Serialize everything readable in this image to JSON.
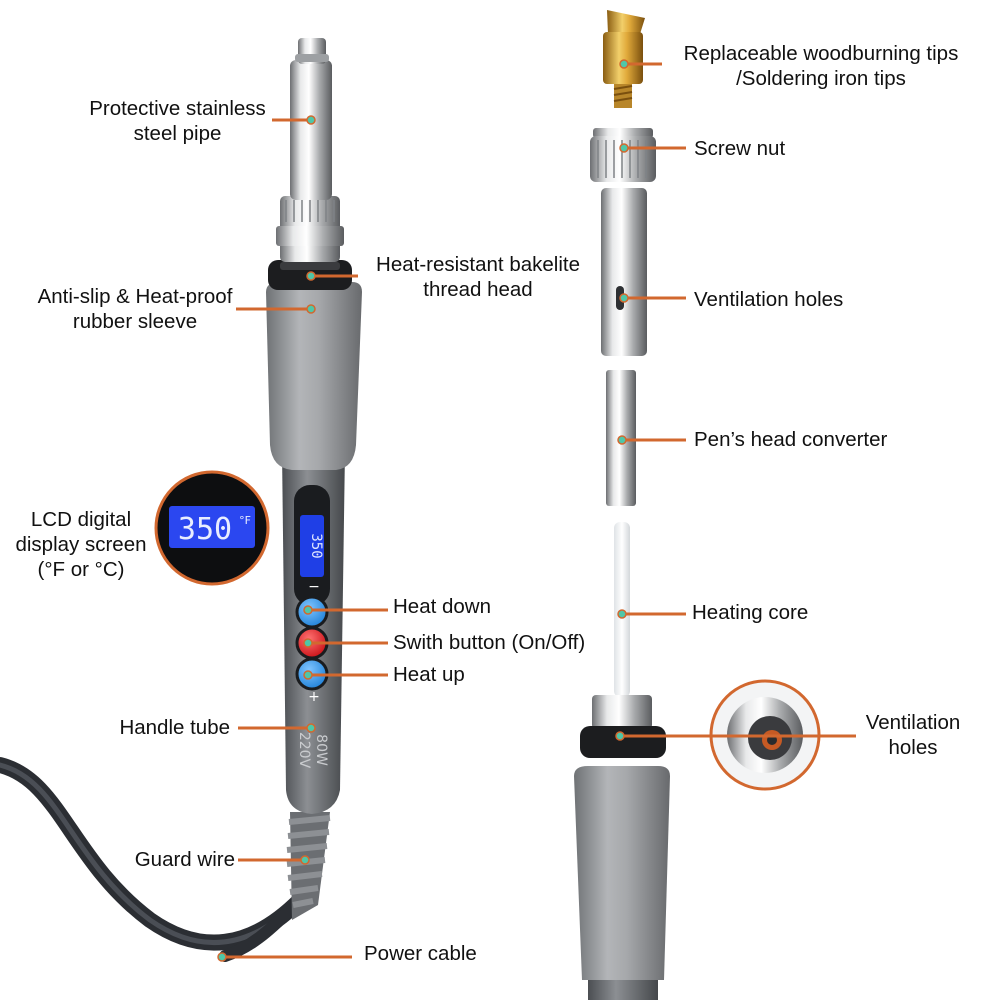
{
  "labels": {
    "protective_pipe": {
      "line1": "Protective stainless",
      "line2": "steel pipe"
    },
    "rubber_sleeve": {
      "line1": "Anti-slip & Heat-proof",
      "line2": "rubber sleeve"
    },
    "thread_head": {
      "line1": "Heat-resistant bakelite",
      "line2": "thread head"
    },
    "lcd": {
      "line1": "LCD digital",
      "line2": "display screen",
      "line3": "(°F or °C)"
    },
    "heat_down": "Heat down",
    "switch_button": "Swith button (On/Off)",
    "heat_up": "Heat up",
    "handle_tube": "Handle tube",
    "guard_wire": "Guard wire",
    "power_cable": "Power cable",
    "tips": {
      "line1": "Replaceable woodburning tips",
      "line2": "/Soldering iron tips"
    },
    "screw_nut": "Screw nut",
    "ventilation_sleeve": "Ventilation holes",
    "converter": "Pen’s head converter",
    "heating_core": "Heating core",
    "ventilation_body": {
      "line1": "Ventilation",
      "line2": "holes"
    }
  },
  "assembled": {
    "lcd_reading": "350",
    "lcd_unit": "°F",
    "rating_voltage": "220V",
    "rating_power": "80W"
  },
  "colors": {
    "leader_line": "#d2682f",
    "anchor_dot": "#4fc7a8",
    "lcd_backlight": "#2b47f0",
    "button_blue": "#1d7fd6",
    "button_red": "#c80e14",
    "rubber_gray": "#a6a8ab"
  }
}
